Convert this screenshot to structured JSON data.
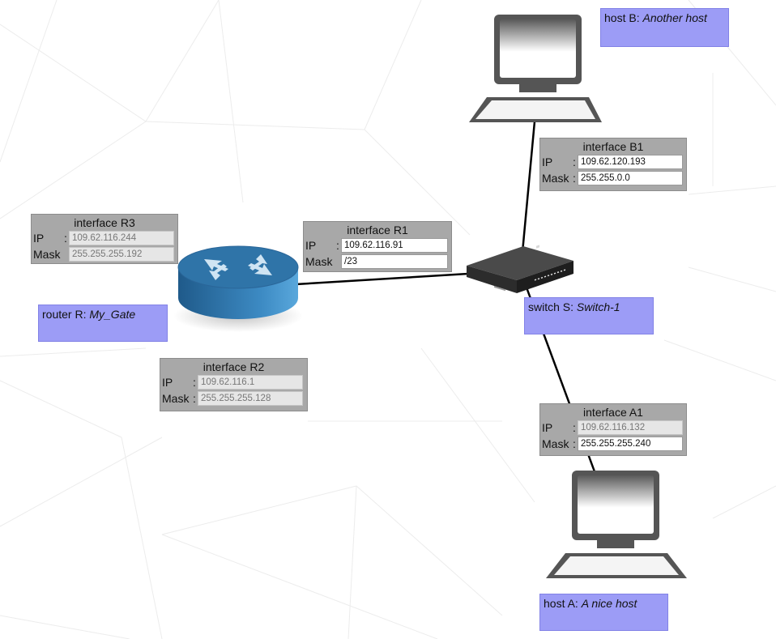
{
  "devices": {
    "router": {
      "kind": "router",
      "icon": "router-icon",
      "label": {
        "type": "router R:",
        "name": "My_Gate"
      }
    },
    "switch": {
      "kind": "switch",
      "icon": "switch-icon",
      "label": {
        "type": "switch S:",
        "name": "Switch-1"
      }
    },
    "host_b": {
      "kind": "host",
      "icon": "computer-icon",
      "label": {
        "type": "host B:",
        "name": "Another host"
      }
    },
    "host_a": {
      "kind": "host",
      "icon": "computer-icon",
      "label": {
        "type": "host A:",
        "name": "A nice host"
      }
    }
  },
  "interfaces": {
    "r1": {
      "title": "interface R1",
      "ip_label": "IP",
      "mask_label": "Mask",
      "ip": "109.62.116.91",
      "mask": "/23",
      "ip_readonly": false,
      "mask_readonly": false
    },
    "r2": {
      "title": "interface R2",
      "ip_label": "IP",
      "mask_label": "Mask",
      "ip": "109.62.116.1",
      "mask": "255.255.255.128",
      "ip_readonly": true,
      "mask_readonly": true
    },
    "r3": {
      "title": "interface R3",
      "ip_label": "IP",
      "mask_label": "Mask",
      "ip": "109.62.116.244",
      "mask": "255.255.255.192",
      "ip_readonly": true,
      "mask_readonly": true
    },
    "b1": {
      "title": "interface B1",
      "ip_label": "IP",
      "mask_label": "Mask",
      "ip": "109.62.120.193",
      "mask": "255.255.0.0",
      "ip_readonly": false,
      "mask_readonly": false
    },
    "a1": {
      "title": "interface A1",
      "ip_label": "IP",
      "mask_label": "Mask",
      "ip": "109.62.116.132",
      "mask": "255.255.255.240",
      "ip_readonly": true,
      "mask_readonly": false
    }
  },
  "links": [
    {
      "from": "router",
      "to": "switch"
    },
    {
      "from": "switch",
      "to": "host_b"
    },
    {
      "from": "switch",
      "to": "host_a"
    }
  ],
  "colors": {
    "interface_box": "#a8a8a8",
    "device_label_box": "#9c9cf6",
    "link": "#000000",
    "router_body": "#2e73a8"
  }
}
